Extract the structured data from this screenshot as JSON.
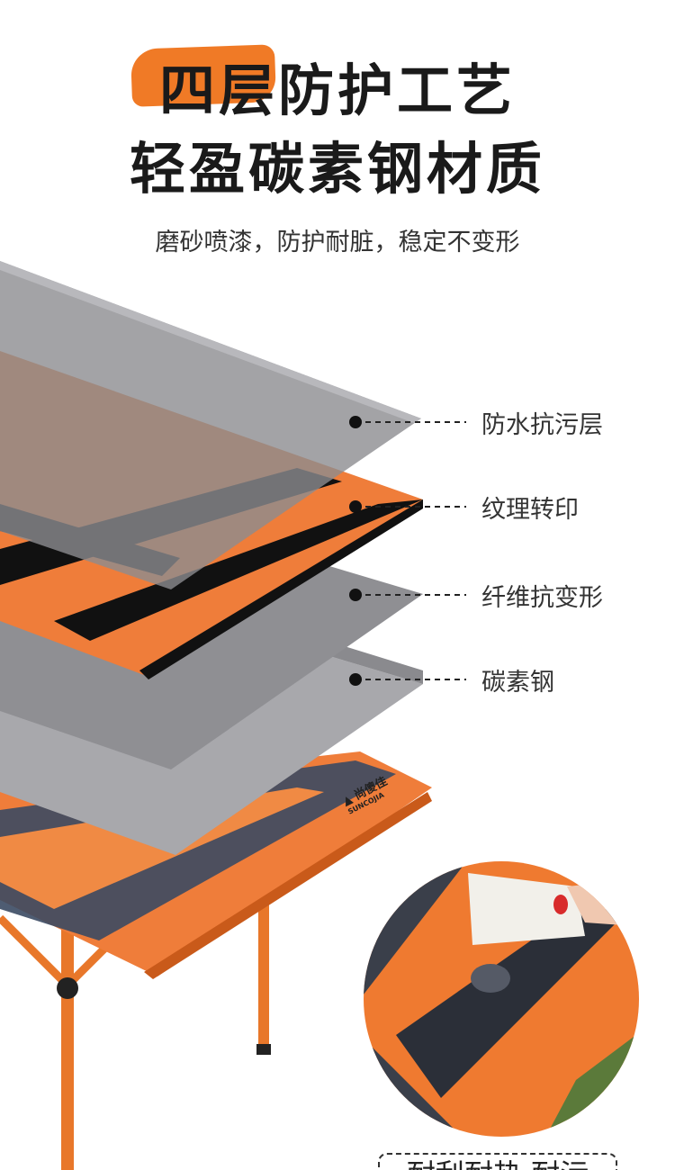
{
  "header": {
    "title_line1_highlight": "四层",
    "title_line1_rest": "防护工艺",
    "title_line2": "轻盈碳素钢材质",
    "subtitle": "磨砂喷漆，防护耐脏，稳定不变形"
  },
  "layers": [
    {
      "label": "防水抗污层"
    },
    {
      "label": "纹理转印"
    },
    {
      "label": "纤维抗变形"
    },
    {
      "label": "碳素钢"
    }
  ],
  "brand_logo": {
    "name": "尚傻佳",
    "latin": "SUNCOJIA"
  },
  "bottom_badge": "耐刮耐热 耐污",
  "colors": {
    "accent": "#f07a26",
    "dark": "#1a1a1a"
  }
}
